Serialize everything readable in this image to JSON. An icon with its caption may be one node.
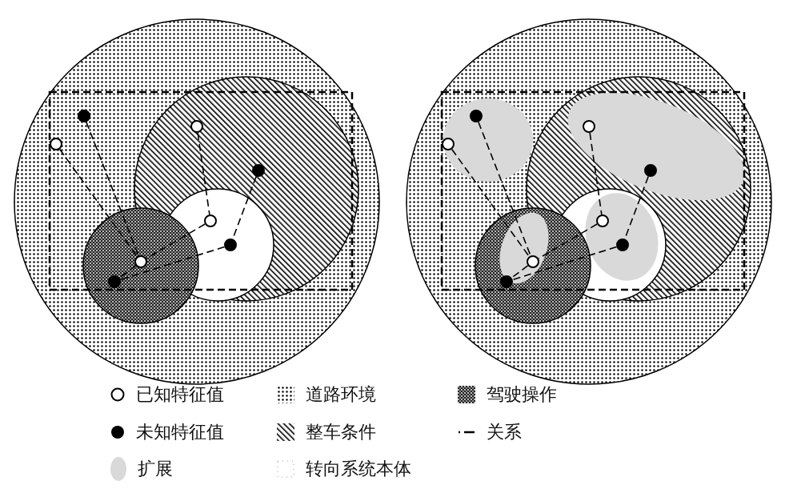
{
  "diagram": {
    "nodes": [
      {
        "text": [],
        "shape": "circle"
      },
      {
        "text": [],
        "shape": "circle"
      },
      {
        "text": [],
        "shape": "circle"
      },
      {
        "text": [],
        "shape": "circle"
      },
      {
        "text": [],
        "shape": "circle"
      },
      {
        "text": [],
        "shape": "circle"
      },
      {
        "text": [],
        "shape": "circle"
      },
      {
        "text": [],
        "shape": "circle"
      },
      {
        "text": [],
        "shape": "circle"
      },
      {
        "text": [],
        "shape": "circle"
      },
      {
        "text": [],
        "shape": "circle"
      },
      {
        "text": [],
        "shape": "circle"
      },
      {
        "text": [],
        "shape": "circle"
      },
      {
        "text": [],
        "shape": "circle"
      },
      {
        "text": [],
        "shape": "circle"
      },
      {
        "text": [],
        "shape": "circle"
      }
    ],
    "edges": [
      {
        "from": 0,
        "to": 6,
        "arrow": "none",
        "style": "dashed"
      },
      {
        "from": 1,
        "to": 6,
        "arrow": "none",
        "style": "dashed"
      },
      {
        "from": 2,
        "to": 4,
        "arrow": "none",
        "style": "dashed"
      },
      {
        "from": 3,
        "to": 5,
        "arrow": "none",
        "style": "dashed"
      },
      {
        "from": 4,
        "to": 6,
        "arrow": "none",
        "style": "dashed"
      },
      {
        "from": 5,
        "to": 7,
        "arrow": "none",
        "style": "dashed"
      },
      {
        "from": 6,
        "to": 7,
        "arrow": "none",
        "style": "dashed"
      },
      {
        "from": 8,
        "to": 14,
        "arrow": "none",
        "style": "dashed"
      },
      {
        "from": 9,
        "to": 14,
        "arrow": "none",
        "style": "dashed"
      },
      {
        "from": 10,
        "to": 12,
        "arrow": "none",
        "style": "dashed"
      },
      {
        "from": 11,
        "to": 13,
        "arrow": "none",
        "style": "dashed"
      },
      {
        "from": 12,
        "to": 14,
        "arrow": "none",
        "style": "dashed"
      },
      {
        "from": 13,
        "to": 15,
        "arrow": "none",
        "style": "dashed"
      },
      {
        "from": 14,
        "to": 15,
        "arrow": "none",
        "style": "dashed"
      }
    ],
    "legend": [
      {
        "text": "已知特征值"
      },
      {
        "text": "道路环境"
      },
      {
        "text": "驾驶操作"
      },
      {
        "text": "未知特征值"
      },
      {
        "text": "整车条件"
      },
      {
        "text": "关系"
      },
      {
        "text": "扩展",
        "color": "#d9d9d9"
      },
      {
        "text": "转向系统本体"
      }
    ]
  }
}
